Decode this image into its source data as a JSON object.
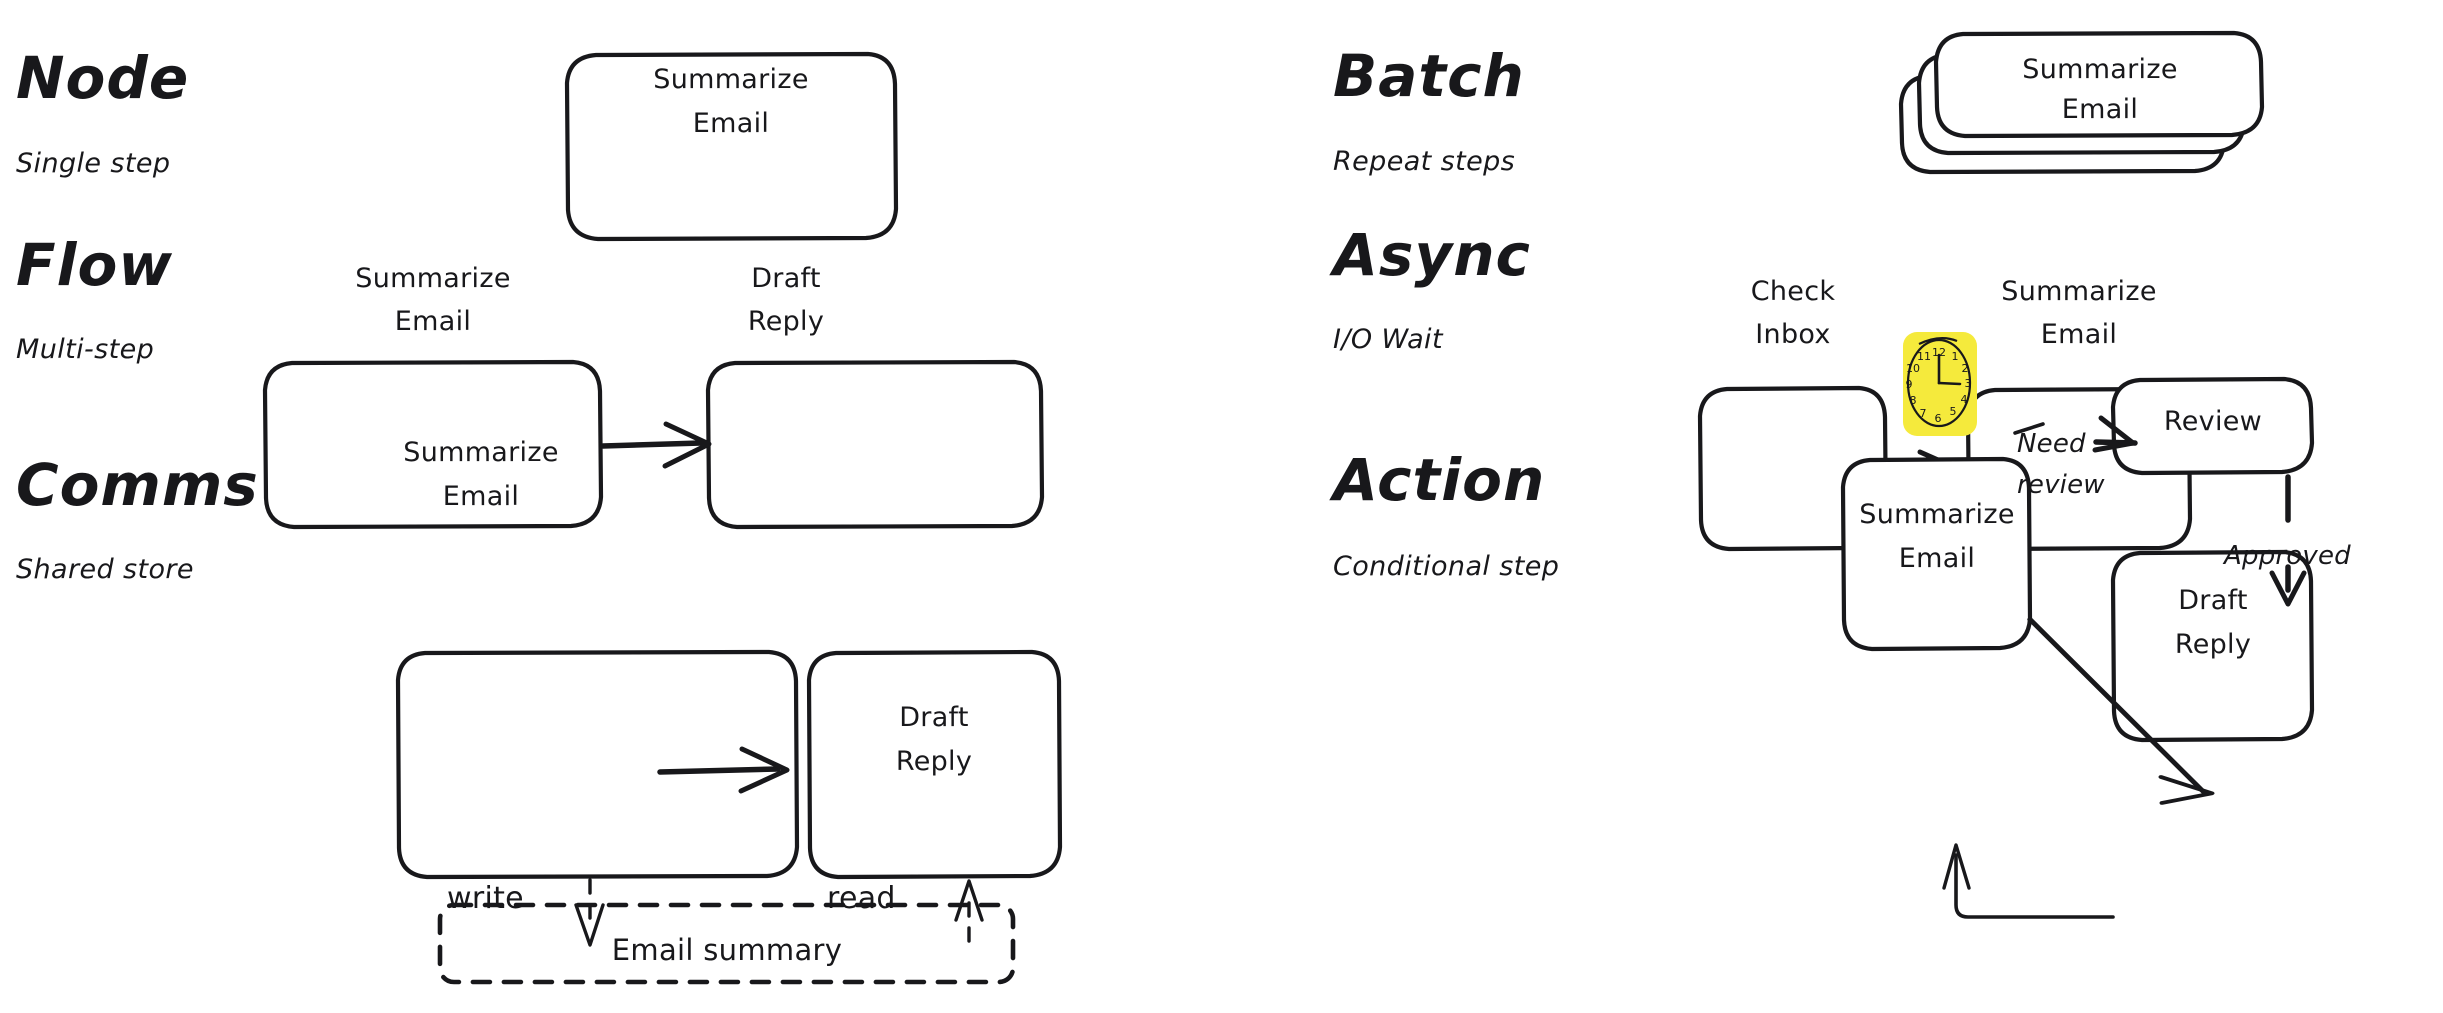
{
  "page": {
    "background": "#ffffff",
    "ink_color": "#18181b",
    "accent_color": "#f5ea3c"
  },
  "concepts": [
    {
      "key": "node",
      "title": "Node",
      "subtitle": "Single step",
      "nodes": [
        {
          "id": "n1",
          "lines": [
            "Summarize",
            "Email"
          ]
        }
      ]
    },
    {
      "key": "batch",
      "title": "Batch",
      "subtitle": "Repeat steps",
      "nodes": [
        {
          "id": "b1",
          "lines": [
            "Summarize",
            "Email"
          ],
          "stacked": 3
        }
      ]
    },
    {
      "key": "flow",
      "title": "Flow",
      "subtitle": "Multi-step",
      "nodes": [
        {
          "id": "f1",
          "lines": [
            "Summarize",
            "Email"
          ]
        },
        {
          "id": "f2",
          "lines": [
            "Draft",
            "Reply"
          ]
        }
      ],
      "edges": [
        {
          "from": "f1",
          "to": "f2",
          "label": ""
        }
      ]
    },
    {
      "key": "async",
      "title": "Async",
      "subtitle": "I/O Wait",
      "nodes": [
        {
          "id": "a1",
          "lines": [
            "Check",
            "Inbox"
          ],
          "badge": "clock-icon"
        },
        {
          "id": "a2",
          "lines": [
            "Summarize",
            "Email"
          ]
        }
      ],
      "edges": [
        {
          "from": "a1",
          "to": "a2",
          "label": ""
        }
      ],
      "clock": {
        "hours": 3,
        "minutes": 0,
        "numerals": [
          "12",
          "1",
          "2",
          "3",
          "4",
          "5",
          "6",
          "7",
          "8",
          "9",
          "10",
          "11"
        ]
      }
    },
    {
      "key": "comms",
      "title": "Comms",
      "subtitle": "Shared store",
      "nodes": [
        {
          "id": "c1",
          "lines": [
            "Summarize",
            "Email"
          ]
        },
        {
          "id": "c2",
          "lines": [
            "Draft",
            "Reply"
          ]
        }
      ],
      "store": {
        "id": "store",
        "label": "Email summary"
      },
      "edges": [
        {
          "from": "c1",
          "to": "c2",
          "label": ""
        },
        {
          "from": "c1",
          "to": "store",
          "label": "write"
        },
        {
          "from": "store",
          "to": "c2",
          "label": "read"
        }
      ]
    },
    {
      "key": "action",
      "title": "Action",
      "subtitle": "Conditional step",
      "nodes": [
        {
          "id": "s1",
          "lines": [
            "Summarize",
            "Email"
          ]
        },
        {
          "id": "s2",
          "lines": [
            "Review"
          ]
        },
        {
          "id": "s3",
          "lines": [
            "Draft",
            "Reply"
          ]
        }
      ],
      "edges": [
        {
          "from": "s1",
          "to": "s2",
          "label_line1": "Need",
          "label_line2": "review"
        },
        {
          "from": "s2",
          "to": "s3",
          "label": "Approved"
        },
        {
          "from": "s1",
          "to": "s3",
          "label": ""
        },
        {
          "from": "s3",
          "to": "s1",
          "label": ""
        }
      ]
    }
  ]
}
